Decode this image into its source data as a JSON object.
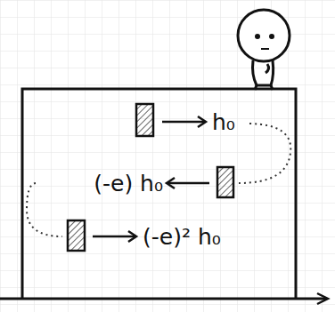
{
  "diagram": {
    "labels": [
      "h₀",
      "(-e) h₀",
      "(-e)² h₀"
    ]
  }
}
